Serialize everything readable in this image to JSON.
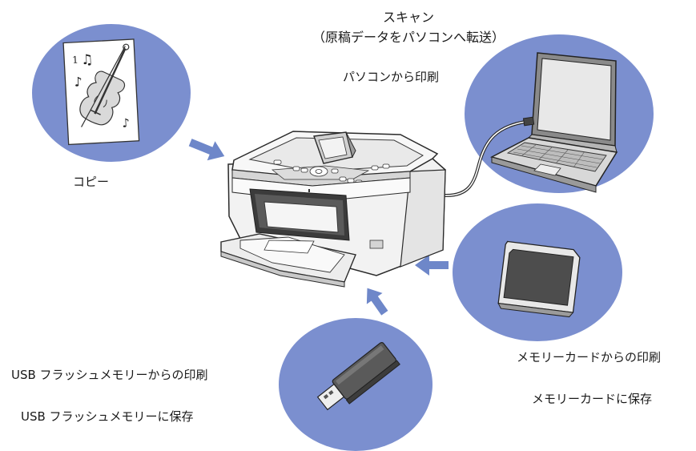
{
  "labels": {
    "scan_title": "スキャン",
    "scan_sub": "（原稿データをパソコンへ転送）",
    "pc_print": "パソコンから印刷",
    "copy": "コピー",
    "usb_print": "USB フラッシュメモリーからの印刷",
    "usb_save": "USB フラッシュメモリーに保存",
    "card_print": "メモリーカードからの印刷",
    "card_save": "メモリーカードに保存"
  },
  "colors": {
    "circle_fill": "#7b8fcf",
    "arrow_fill": "#6e87c9",
    "line": "#2a2a2a"
  },
  "icons": {
    "copy": "sheet-music-violin-icon",
    "pc": "laptop-icon",
    "card": "sd-card-icon",
    "usb": "usb-flash-drive-icon",
    "printer": "multifunction-printer-icon"
  },
  "sheet_music_mark": "1"
}
